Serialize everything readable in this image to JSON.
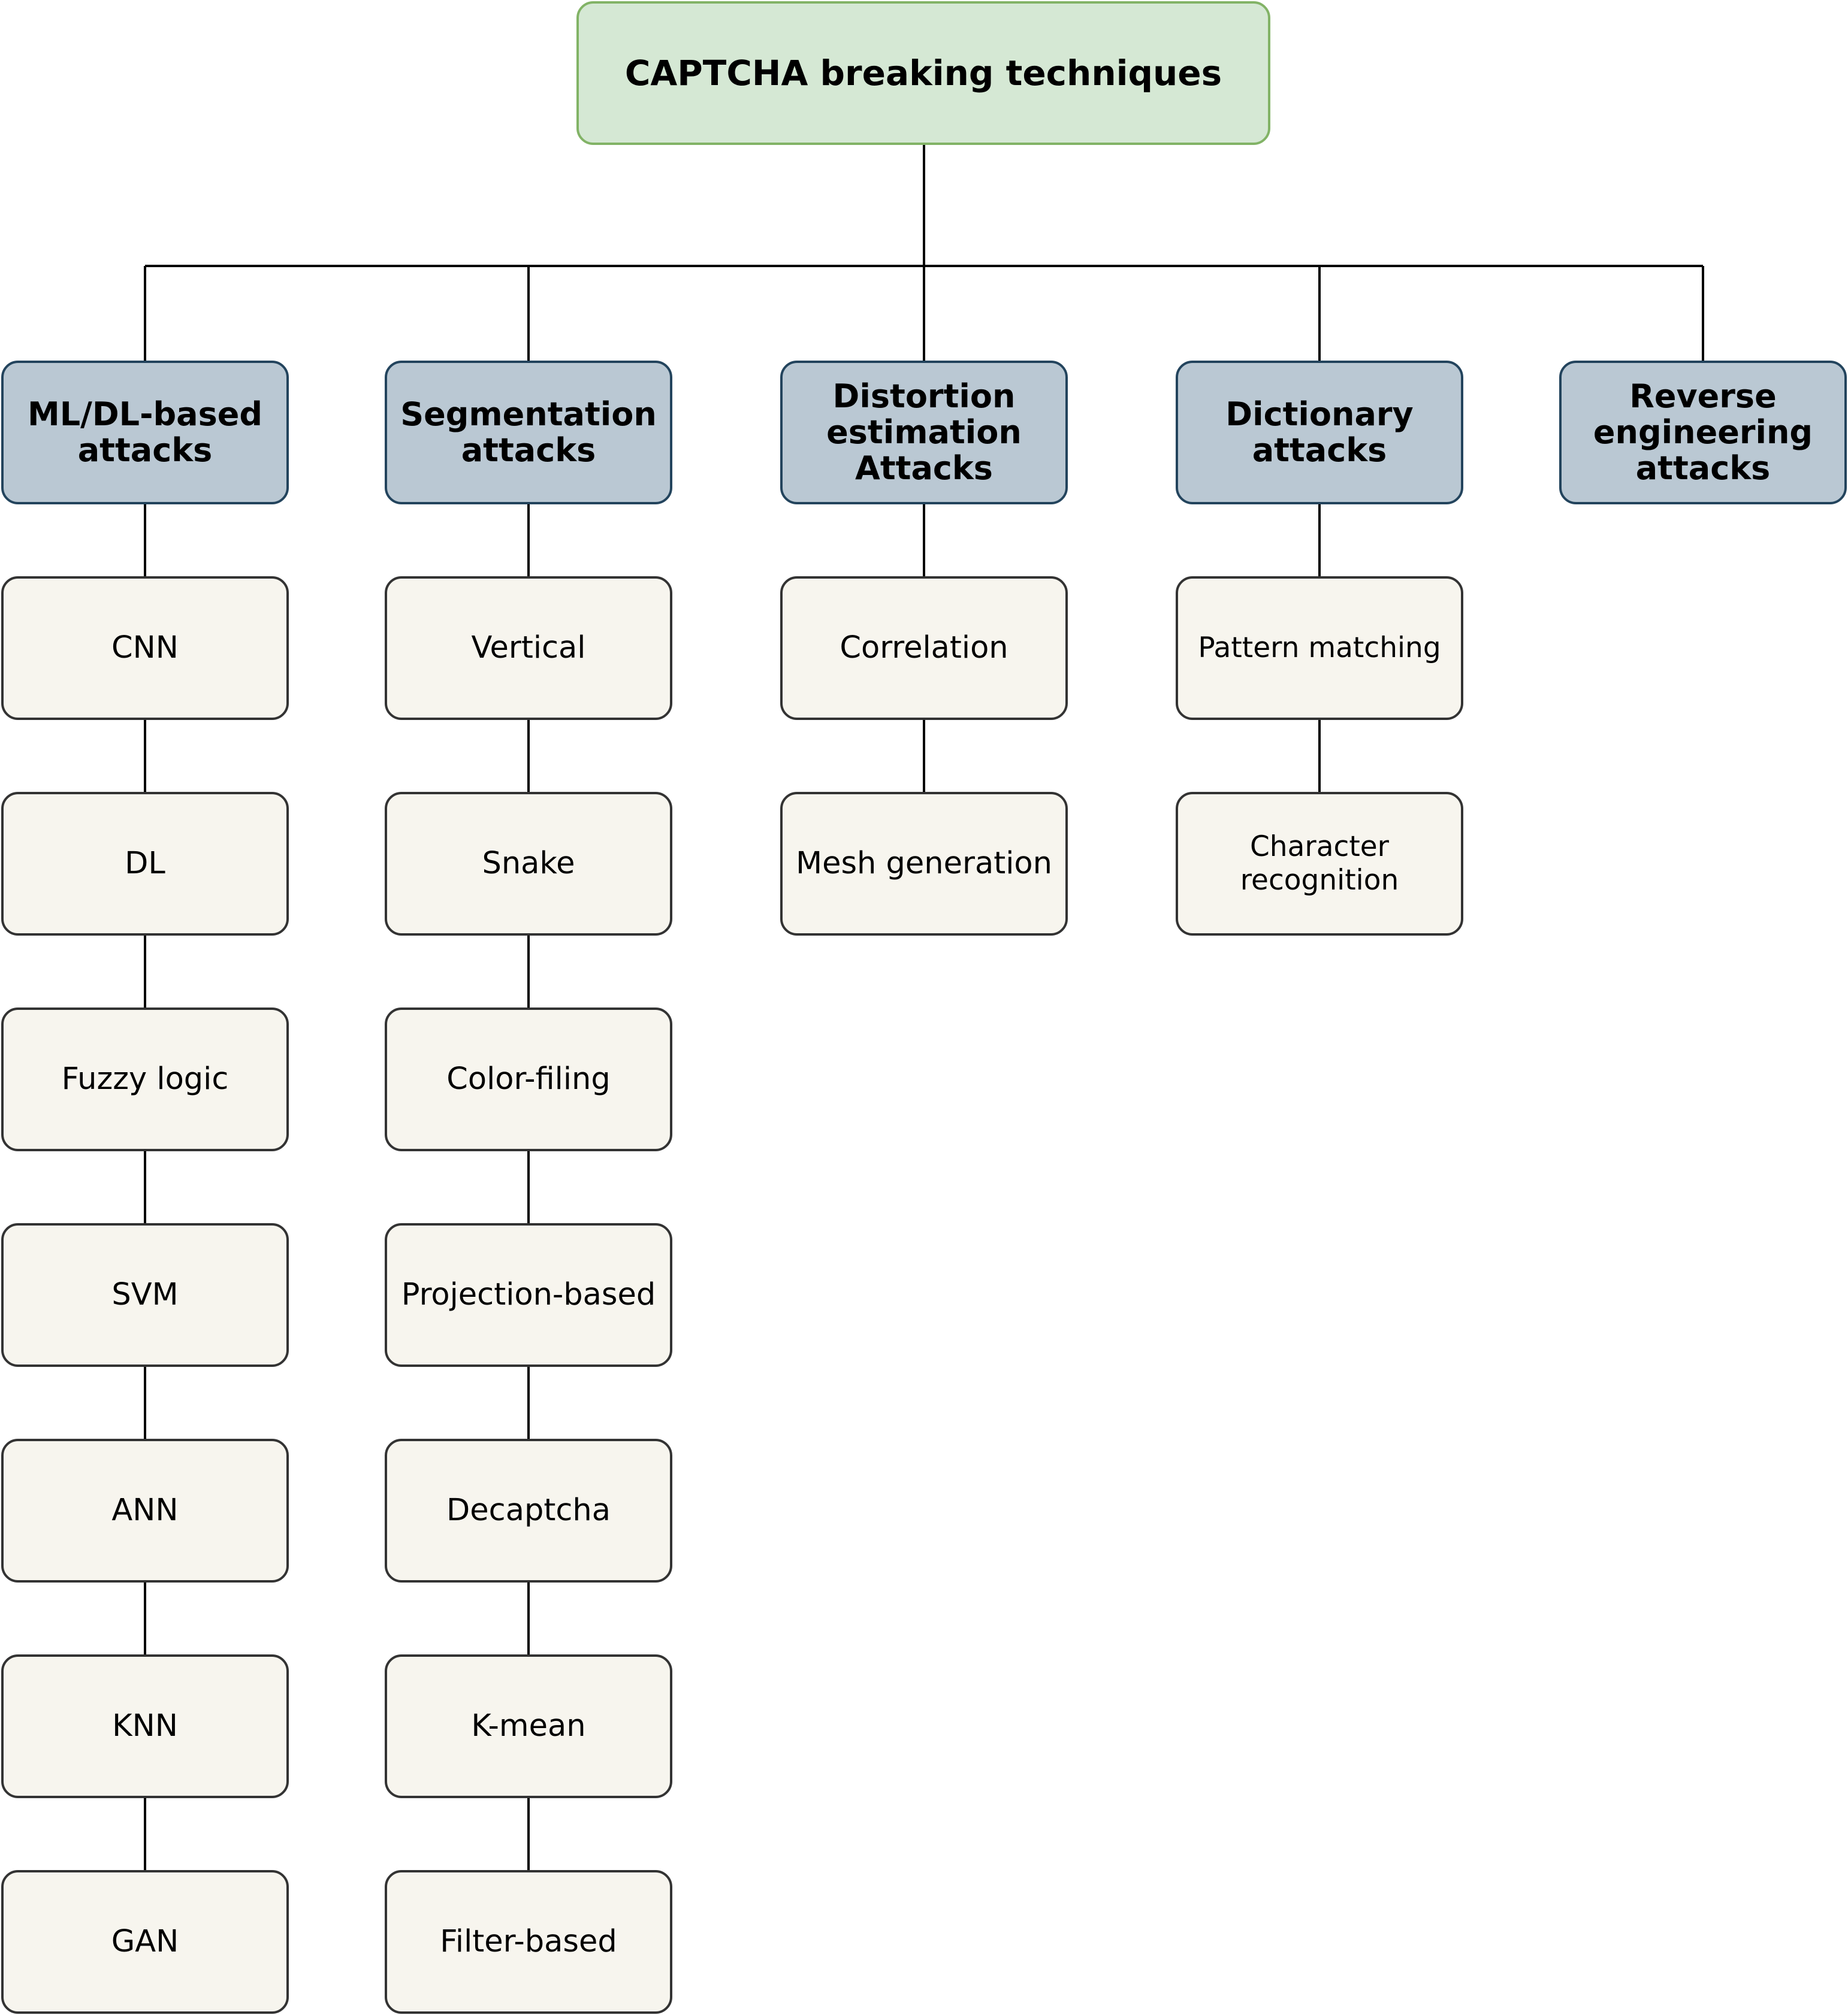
{
  "root": {
    "label": "CAPTCHA breaking techniques"
  },
  "categories": [
    {
      "label": "ML/DL-based\nattacks",
      "children": [
        "CNN",
        "DL",
        "Fuzzy logic",
        "SVM",
        "ANN",
        "KNN",
        "GAN"
      ]
    },
    {
      "label": "Segmentation\nattacks",
      "children": [
        "Vertical",
        "Snake",
        "Color-filing",
        "Projection-based",
        "Decaptcha",
        "K-mean",
        "Filter-based"
      ]
    },
    {
      "label": "Distortion\nestimation\nAttacks",
      "children": [
        "Correlation",
        "Mesh generation"
      ]
    },
    {
      "label": "Dictionary\nattacks",
      "children": [
        "Pattern matching",
        "Character\nrecognition"
      ]
    },
    {
      "label": "Reverse\nengineering\nattacks",
      "children": []
    }
  ],
  "colors": {
    "root_fill": "#d5e8d4",
    "root_stroke": "#82b366",
    "category_fill": "#bac8d3",
    "category_stroke": "#23445d",
    "leaf_fill": "#f7f5ee",
    "leaf_stroke": "#333333",
    "connector": "#000000"
  }
}
